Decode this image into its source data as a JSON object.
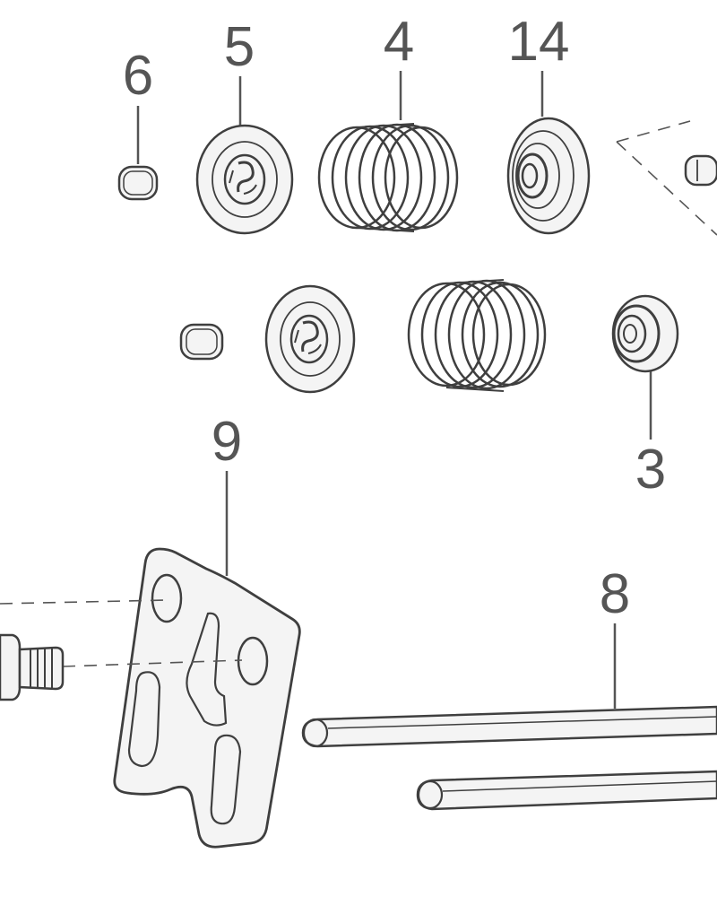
{
  "diagram": {
    "type": "exploded-parts-diagram",
    "callouts": [
      {
        "id": "callout-6",
        "label": "6",
        "part": "valve-keeper"
      },
      {
        "id": "callout-5",
        "label": "5",
        "part": "spring-retainer"
      },
      {
        "id": "callout-4",
        "label": "4",
        "part": "valve-spring"
      },
      {
        "id": "callout-14",
        "label": "14",
        "part": "valve-stem-seal"
      },
      {
        "id": "callout-3",
        "label": "3",
        "part": "valve-seal"
      },
      {
        "id": "callout-9",
        "label": "9",
        "part": "pushrod-guide-plate"
      },
      {
        "id": "callout-8",
        "label": "8",
        "part": "pushrod"
      }
    ],
    "colors": {
      "ink": "#3f3f3f",
      "callout_text": "#555555",
      "background": "#ffffff"
    }
  }
}
